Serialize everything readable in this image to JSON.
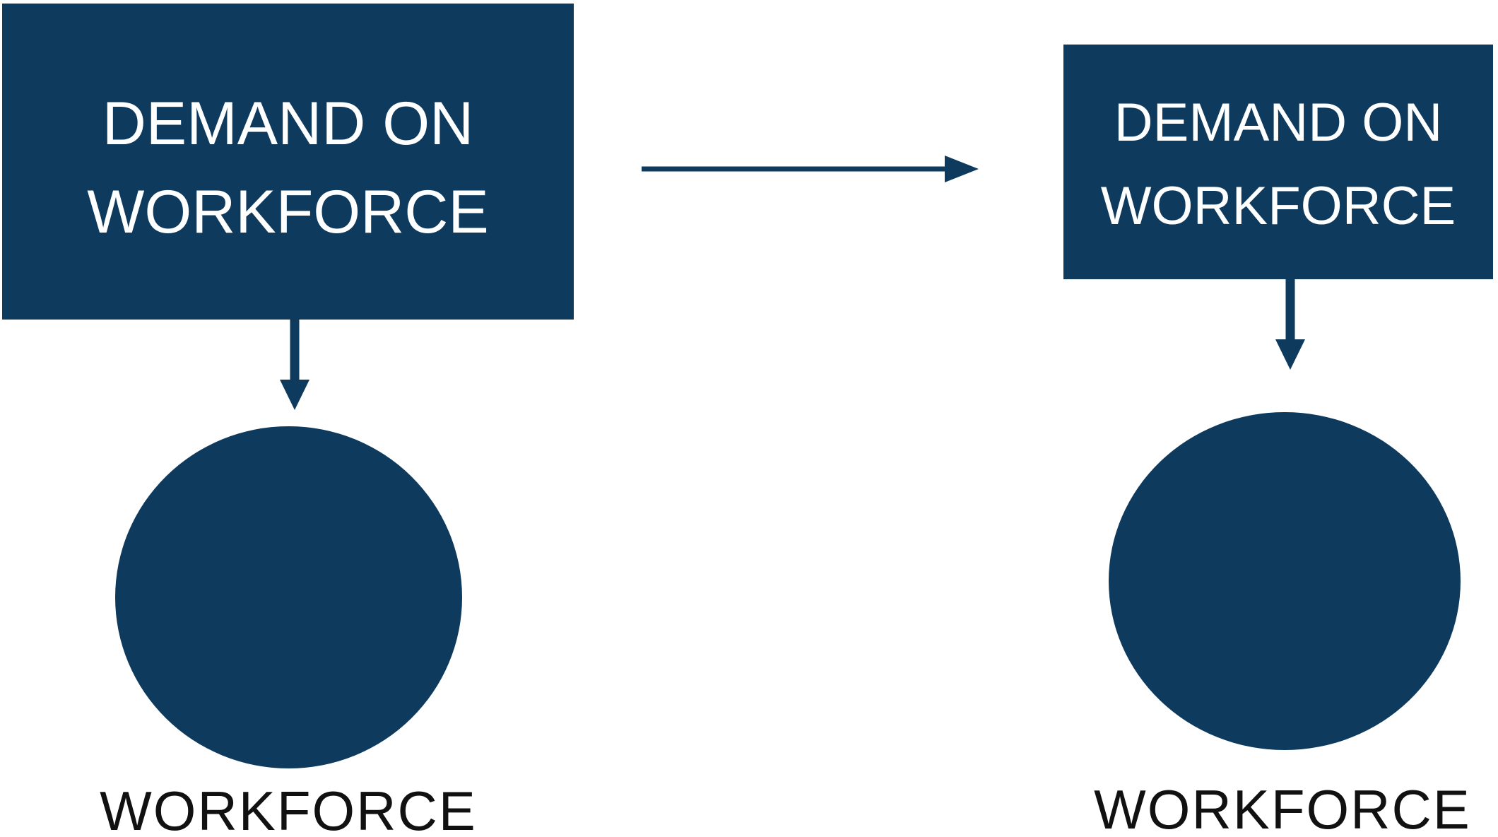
{
  "colors": {
    "navy": "#0e3a5e",
    "boxText": "#ffffff",
    "labelText": "#111111",
    "pageBg": "#ffffff"
  },
  "left": {
    "box": {
      "line1": "DEMAND ON",
      "line2": "WORKFORCE"
    },
    "circle_label": "WORKFORCE"
  },
  "right": {
    "box": {
      "line1": "DEMAND ON",
      "line2": "WORKFORCE"
    },
    "circle_label": "WORKFORCE"
  },
  "icons": {
    "down_arrow": "down-arrow",
    "right_arrow": "right-arrow"
  }
}
